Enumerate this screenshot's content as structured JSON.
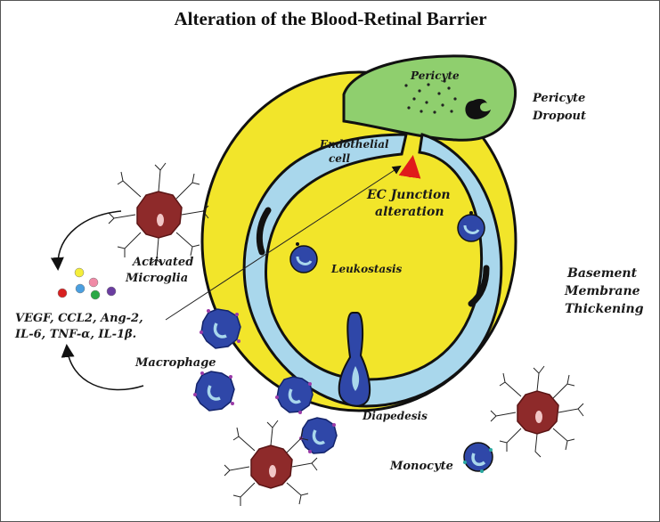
{
  "title": "Alteration of the Blood-Retinal Barrier",
  "labels": {
    "pericyte": "Pericyte",
    "pericyte_dropout_1": "Pericyte",
    "pericyte_dropout_2": "Dropout",
    "endothelial_1": "Endothelial",
    "endothelial_2": "cell",
    "ec_junction_1": "EC Junction",
    "ec_junction_2": "alteration",
    "activated_1": "Activated",
    "activated_2": "Microglia",
    "leukostasis": "Leukostasis",
    "basement_1": "Basement",
    "basement_2": "Membrane",
    "basement_3": "Thickening",
    "cytokines_1": "VEGF, CCL2, Ang-2,",
    "cytokines_2": "IL-6, TNF-α, IL-1β.",
    "macrophage": "Macrophage",
    "diapedesis": "Diapedesis",
    "monocyte": "Monocyte"
  },
  "colors": {
    "basement_membrane": "#f2e52a",
    "endothelium": "#a9d7ec",
    "pericyte": "#8fcf6e",
    "leukocyte": "#2f47a8",
    "microglia": "#8e2a2a",
    "junction_arrow": "#e01b1b"
  },
  "icons": {
    "microglia": "microglia-cell-icon",
    "macrophage": "macrophage-cell-icon",
    "monocyte": "monocyte-cell-icon",
    "cytokine": "cytokine-dot-icon"
  }
}
